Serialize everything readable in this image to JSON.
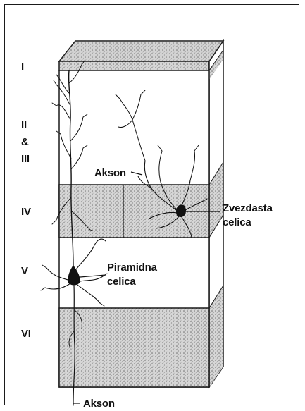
{
  "layers": [
    {
      "id": "I",
      "label": "I"
    },
    {
      "id": "II-III",
      "label_lines": [
        "II",
        "&",
        "III"
      ]
    },
    {
      "id": "IV",
      "label": "IV"
    },
    {
      "id": "V",
      "label": "V"
    },
    {
      "id": "VI",
      "label": "VI"
    }
  ],
  "annotations": {
    "axon_upper": "Akson",
    "stellate_cell": [
      "Zvezdasta",
      "celica"
    ],
    "pyramidal_cell": [
      "Piramidna",
      "celica"
    ],
    "axon_lower": "Akson"
  },
  "colors": {
    "stroke": "#1a1a1a",
    "stipple_fill": "#c9c9c9",
    "paper": "#ffffff"
  }
}
